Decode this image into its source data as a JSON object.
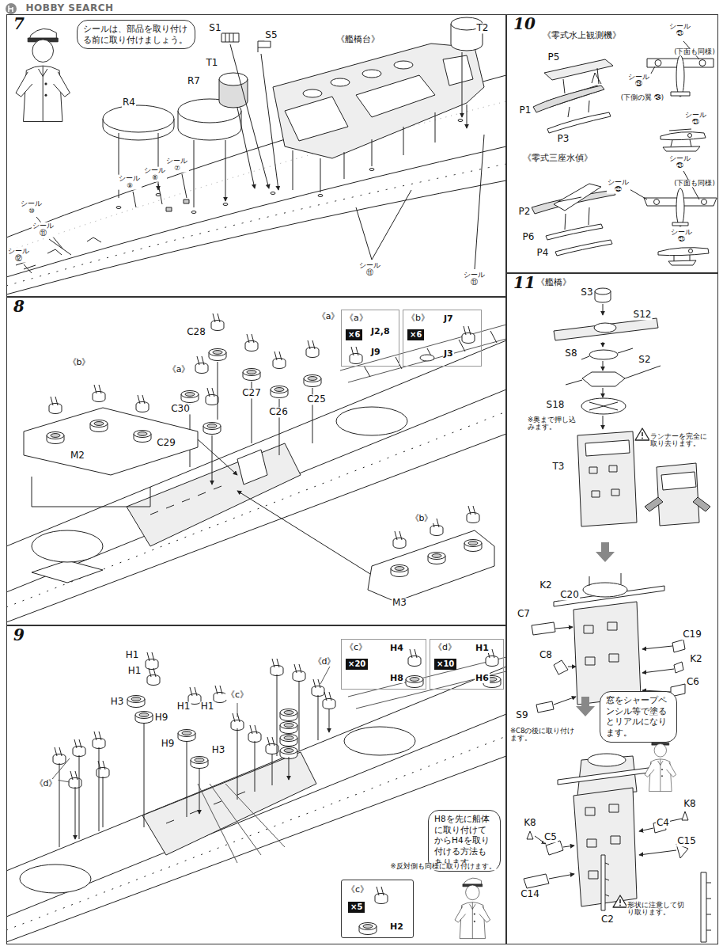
{
  "diagram": {
    "nodes": [
      {
        "text": [
          "7"
        ]
      },
      {
        "text": [
          "シールは、部品を取り付ける前に取り付けましょう。"
        ],
        "in": 0
      },
      {
        "text": [
          "10"
        ]
      },
      {
        "text": [
          "8"
        ]
      },
      {
        "text": [
          "《a》",
          "×6",
          "J2,8",
          "J9"
        ],
        "in": 3
      },
      {
        "text": [
          "《b》",
          "×6",
          "J7",
          "J3"
        ],
        "in": 3
      },
      {
        "text": [
          "11"
        ]
      },
      {
        "text": [
          "窓をシャープペンシル等で塗るとリアルになります。"
        ],
        "in": 6
      },
      {
        "text": [
          "9"
        ]
      },
      {
        "text": [
          "《c》",
          "×20",
          "H4",
          "H8"
        ],
        "in": 8
      },
      {
        "text": [
          "《d》",
          "×10",
          "H1",
          "H6"
        ],
        "in": 8
      },
      {
        "text": [
          "H8を先に船体に取り付けてからH4を取り付ける方法もあります。"
        ],
        "in": 8
      },
      {
        "text": [
          "《c》",
          "×5",
          "H2"
        ],
        "in": 8
      }
    ],
    "labels": [
      "HOBBY SEARCH",
      "S1",
      "S5",
      "《艦橋台》",
      "T2",
      "T1",
      "R7",
      "R4",
      "シール ⑦",
      "シール ⑧",
      "シール ⑨",
      "シール ⑩",
      "シール ⑪",
      "シール ⑫",
      "シール ⑪",
      "シール ⑪",
      "《a》",
      "C28",
      "《a》",
      "C27",
      "C26",
      "C25",
      "C30",
      "C29",
      "《b》",
      "M2",
      "《b》",
      "M3",
      "H1",
      "H1",
      "H3",
      "H9",
      "H1",
      "H1",
      "H9",
      "H3",
      "《c》",
      "《d》",
      "《d》",
      "※反対側も同様に取り付けます。",
      "《零式水上観測機》",
      "P5",
      "P1",
      "P3",
      "シール ㉑",
      "(下面も同様)",
      "シール ㉓",
      "(下側の翼 ㉔)",
      "シール ㉑",
      "《零式三座水偵》",
      "P2",
      "P6",
      "P4",
      "シール ㉑",
      "(下面も同様)",
      "シール ㉒",
      "シール ㉑",
      "《艦橋》",
      "S3",
      "S12",
      "S8",
      "S2",
      "S18",
      "※奥まで押し込みます。",
      "T3",
      "ランナーを完全に取り去ります。",
      "K2",
      "C20",
      "C7",
      "C8",
      "C19",
      "K2",
      "C6",
      "S9",
      "※C8の後に取り付けます。",
      "K8",
      "C4",
      "C15",
      "K8",
      "C5",
      "C14",
      "C2",
      "形状に注意して切り取ります。"
    ]
  }
}
